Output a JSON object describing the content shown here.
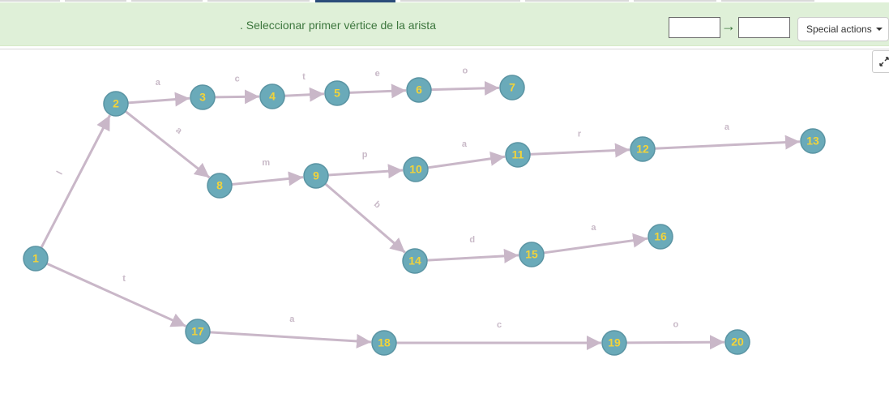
{
  "banner": {
    "message": ". Seleccionar primer vértice de la arista",
    "arrow": "→",
    "special_actions": "Special actions"
  },
  "colors": {
    "node_fill": "#6aaab9",
    "node_stroke": "#5a94a3",
    "node_label": "#f2d33a",
    "edge": "#c9b7c8",
    "edge_label": "#c9bac8",
    "banner_bg": "#dff0d8",
    "banner_text": "#3c763d"
  },
  "icons": {
    "expand": "expand-icon",
    "caret": "caret-down-icon"
  },
  "nodes": [
    {
      "id": "1",
      "label": "1"
    },
    {
      "id": "2",
      "label": "2"
    },
    {
      "id": "3",
      "label": "3"
    },
    {
      "id": "4",
      "label": "4"
    },
    {
      "id": "5",
      "label": "5"
    },
    {
      "id": "6",
      "label": "6"
    },
    {
      "id": "7",
      "label": "7"
    },
    {
      "id": "8",
      "label": "8"
    },
    {
      "id": "9",
      "label": "9"
    },
    {
      "id": "10",
      "label": "10"
    },
    {
      "id": "11",
      "label": "11"
    },
    {
      "id": "12",
      "label": "12"
    },
    {
      "id": "13",
      "label": "13"
    },
    {
      "id": "14",
      "label": "14"
    },
    {
      "id": "15",
      "label": "15"
    },
    {
      "id": "16",
      "label": "16"
    },
    {
      "id": "17",
      "label": "17"
    },
    {
      "id": "18",
      "label": "18"
    },
    {
      "id": "19",
      "label": "19"
    },
    {
      "id": "20",
      "label": "20"
    }
  ],
  "edges": [
    {
      "from": "1",
      "to": "2",
      "label": "l"
    },
    {
      "from": "2",
      "to": "3",
      "label": "a"
    },
    {
      "from": "3",
      "to": "4",
      "label": "c"
    },
    {
      "from": "4",
      "to": "5",
      "label": "t"
    },
    {
      "from": "5",
      "to": "6",
      "label": "e"
    },
    {
      "from": "6",
      "to": "7",
      "label": "o"
    },
    {
      "from": "2",
      "to": "8",
      "label": "a"
    },
    {
      "from": "8",
      "to": "9",
      "label": "m"
    },
    {
      "from": "9",
      "to": "10",
      "label": "p"
    },
    {
      "from": "10",
      "to": "11",
      "label": "a"
    },
    {
      "from": "11",
      "to": "12",
      "label": "r"
    },
    {
      "from": "12",
      "to": "13",
      "label": "a"
    },
    {
      "from": "9",
      "to": "14",
      "label": "b"
    },
    {
      "from": "14",
      "to": "15",
      "label": "d"
    },
    {
      "from": "15",
      "to": "16",
      "label": "a"
    },
    {
      "from": "1",
      "to": "17",
      "label": "t"
    },
    {
      "from": "17",
      "to": "18",
      "label": "a"
    },
    {
      "from": "18",
      "to": "19",
      "label": "c"
    },
    {
      "from": "19",
      "to": "20",
      "label": "o"
    }
  ]
}
